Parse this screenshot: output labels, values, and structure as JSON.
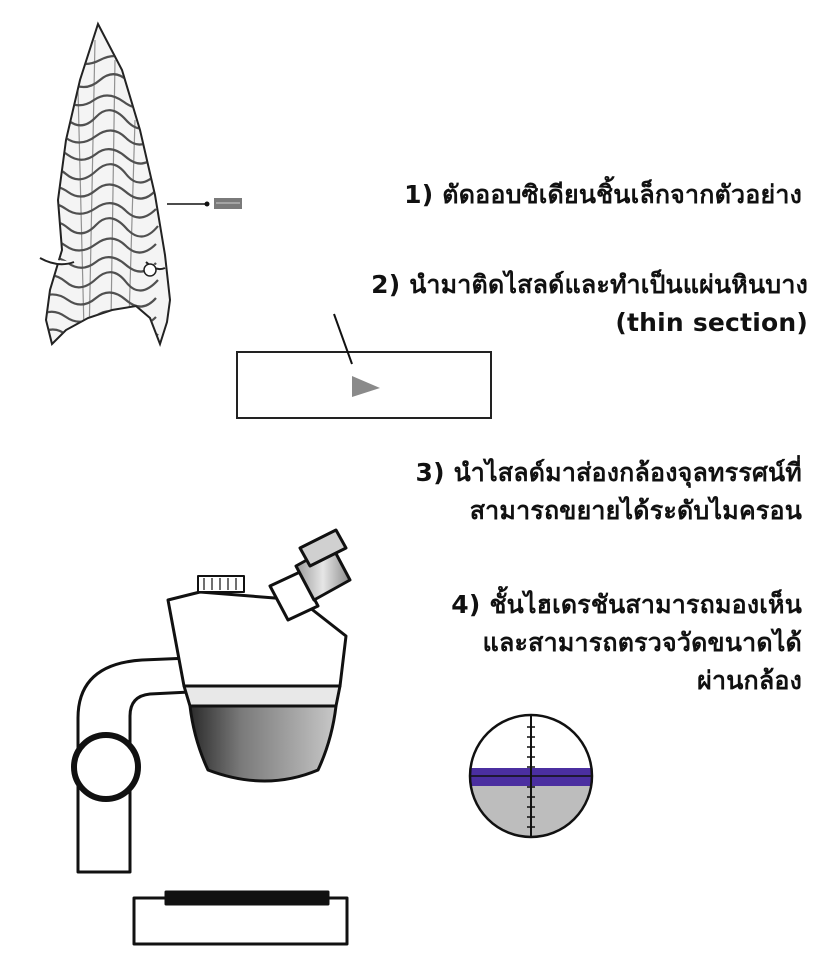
{
  "steps": [
    {
      "number": "1)",
      "lines": [
        "ตัดออบซิเดียนชิ้นเล็กจากตัวอย่าง"
      ]
    },
    {
      "number": "2)",
      "lines": [
        "นำมาติดไสลด์และทำเป็นแผ่นหินบาง",
        "(thin section)"
      ]
    },
    {
      "number": "3)",
      "lines": [
        "นำไสลด์มาส่องกล้องจุลทรรศน์ที่",
        "สามารถขยายได้ระดับไมครอน"
      ]
    },
    {
      "number": "4)",
      "lines": [
        "ชั้นไฮเดรชันสามารถมองเห็น",
        "และสามารถตรวจวัดขนาดได้",
        "ผ่านกล้อง"
      ]
    }
  ],
  "colors": {
    "hydration_band": "#4b2fa0",
    "outline": "#111111",
    "stone_gray": "#bdbdbd"
  },
  "icons": [
    "obsidian-arrowhead-icon",
    "slide-icon",
    "microscope-icon",
    "microscope-view-icon"
  ]
}
